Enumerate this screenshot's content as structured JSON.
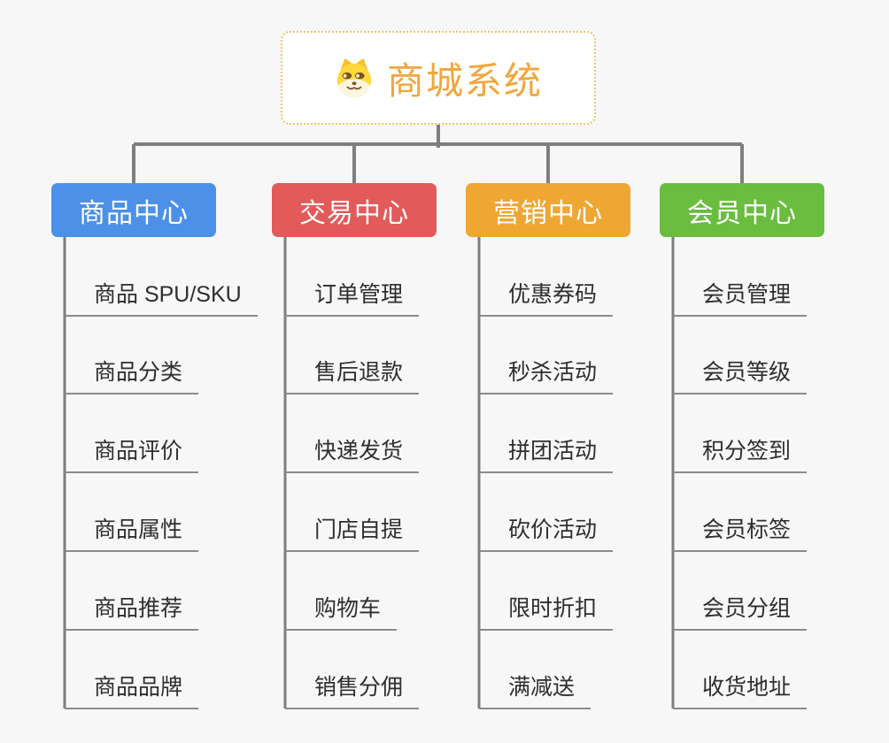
{
  "canvas": {
    "background": "#f7f7f7",
    "connector_color": "#7e7e7e",
    "underline_color": "#8b8b8b"
  },
  "root": {
    "title": "商城系统",
    "icon": "doge-dog-icon",
    "accent": "#f1a63c",
    "border_color": "#f3c06a"
  },
  "branches": [
    {
      "label": "商品中心",
      "color": "#4c90e8",
      "items": [
        "商品 SPU/SKU",
        "商品分类",
        "商品评价",
        "商品属性",
        "商品推荐",
        "商品品牌"
      ]
    },
    {
      "label": "交易中心",
      "color": "#e25a5a",
      "items": [
        "订单管理",
        "售后退款",
        "快递发货",
        "门店自提",
        "购物车",
        "销售分佣"
      ]
    },
    {
      "label": "营销中心",
      "color": "#eea733",
      "items": [
        "优惠券码",
        "秒杀活动",
        "拼团活动",
        "砍价活动",
        "限时折扣",
        "满减送"
      ]
    },
    {
      "label": "会员中心",
      "color": "#6abd3f",
      "items": [
        "会员管理",
        "会员等级",
        "积分签到",
        "会员标签",
        "会员分组",
        "收货地址"
      ]
    }
  ]
}
